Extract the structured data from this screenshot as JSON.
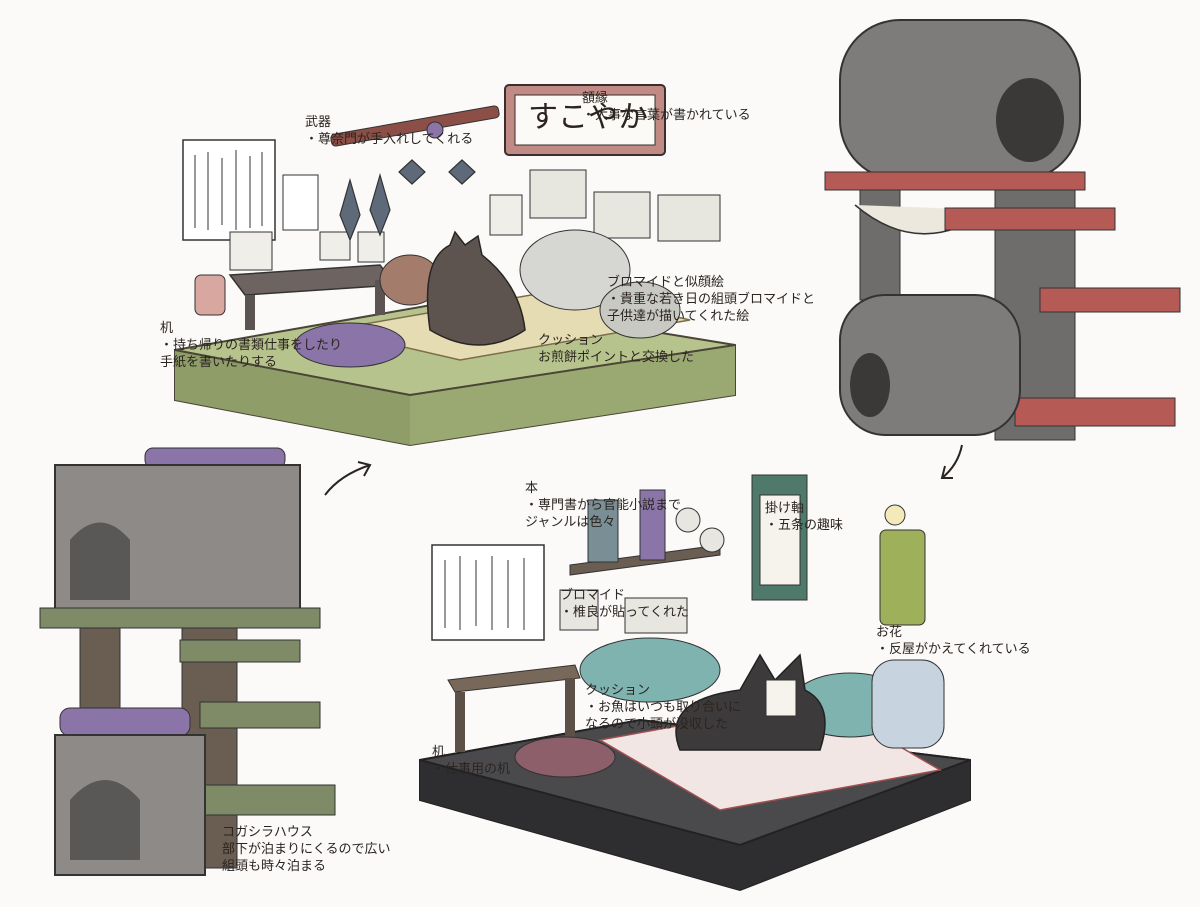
{
  "scroll_text": "すこやか",
  "notes": {
    "weapon": {
      "title": "武器",
      "body": "・尊奈門が手入れしてくれる"
    },
    "frame": {
      "title": "額縁",
      "body": "・大事な言葉が書かれている"
    },
    "bromide1": {
      "title": "ブロマイドと似顔絵",
      "body": "・貴重な若き日の組頭ブロマイドと\n子供達が描いてくれた絵"
    },
    "desk1": {
      "title": "机",
      "body": "・持ち帰りの書類仕事をしたり\n手紙を書いたりする"
    },
    "cushion1": {
      "title": "クッション",
      "body": "お煎餅ポイントと交換した"
    },
    "book": {
      "title": "本",
      "body": "・専門書から官能小説まで\nジャンルは色々"
    },
    "kakejiku": {
      "title": "掛け軸",
      "body": "・五条の趣味"
    },
    "bromide2": {
      "title": "ブロマイド",
      "body": "・椎良が貼ってくれた"
    },
    "flower": {
      "title": "お花",
      "body": "・反屋がかえてくれている"
    },
    "cushion2": {
      "title": "クッション",
      "body": "・お魚はいつも取り合いに\nなるので小頭が没収した"
    },
    "desk2": {
      "title": "机",
      "body": "・仕事用の机"
    },
    "house": {
      "title": "コガシラハウス",
      "body": "部下が泊まりにくるので広い\n組頭も時々泊まる"
    }
  },
  "colors": {
    "mat_green": "#a7b57d",
    "mat_dark": "#3b3b3d",
    "tower_gray": "#7e7c7a",
    "tower_red": "#b65a55",
    "purple": "#8a74a8",
    "olive": "#7f8a66"
  }
}
